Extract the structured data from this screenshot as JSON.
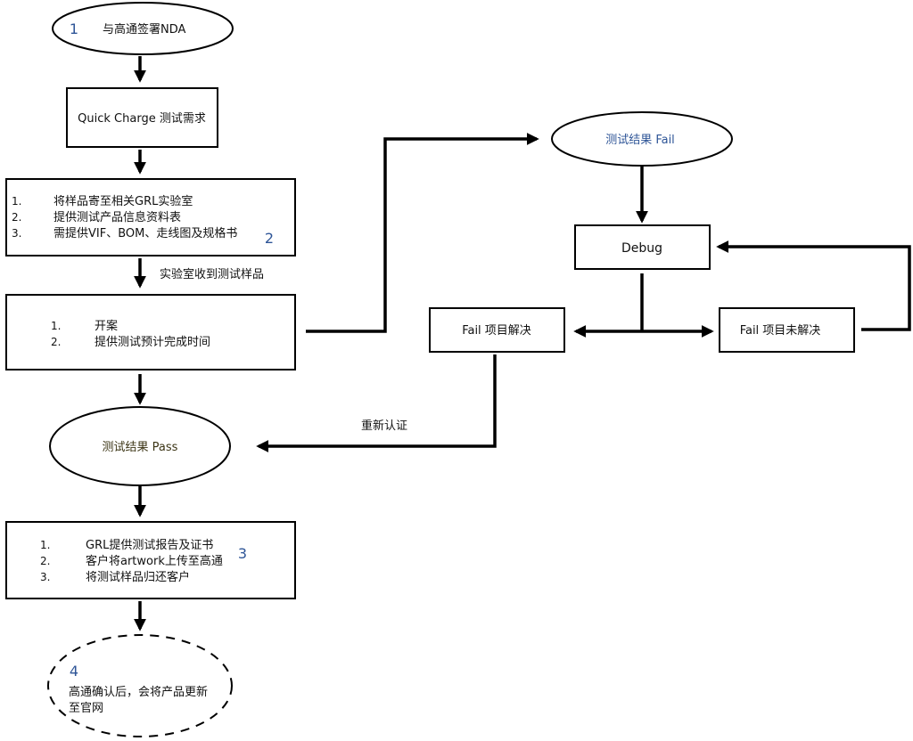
{
  "nodes": {
    "start": {
      "number": "1",
      "label": "与高通签署NDA"
    },
    "qc_request": {
      "label": "Quick Charge 测试需求"
    },
    "prep": {
      "number": "2",
      "items": [
        {
          "n": "1.",
          "text": "将样品寄至相关GRL实验室"
        },
        {
          "n": "2.",
          "text": "提供测试产品信息资料表"
        },
        {
          "n": "3.",
          "text": "需提供VIF、BOM、走线图及规格书"
        }
      ]
    },
    "lab_received": {
      "label": "实验室收到测试样品"
    },
    "open_case": {
      "items": [
        {
          "n": "1.",
          "text": "开案"
        },
        {
          "n": "2.",
          "text": "提供测试预计完成时间"
        }
      ]
    },
    "result_pass": {
      "label": "测试结果 Pass"
    },
    "report": {
      "number": "3",
      "items": [
        {
          "n": "1.",
          "text": "GRL提供测试报告及证书"
        },
        {
          "n": "2.",
          "text": "客户将artwork上传至高通"
        },
        {
          "n": "3.",
          "text": "将测试样品归还客户"
        }
      ]
    },
    "final": {
      "number": "4",
      "line1": "高通确认后，会将产品更新",
      "line2": "至官网"
    },
    "result_fail": {
      "label": "测试结果 Fail"
    },
    "debug": {
      "label": "Debug"
    },
    "fail_resolved": {
      "label": "Fail 项目解决"
    },
    "fail_unresolved": {
      "label": "Fail 项目未解决"
    },
    "recertify": {
      "label": "重新认证"
    }
  },
  "colors": {
    "number": "#2e5597",
    "fail_text": "#2e5597",
    "pass_text": "#3b3414"
  }
}
